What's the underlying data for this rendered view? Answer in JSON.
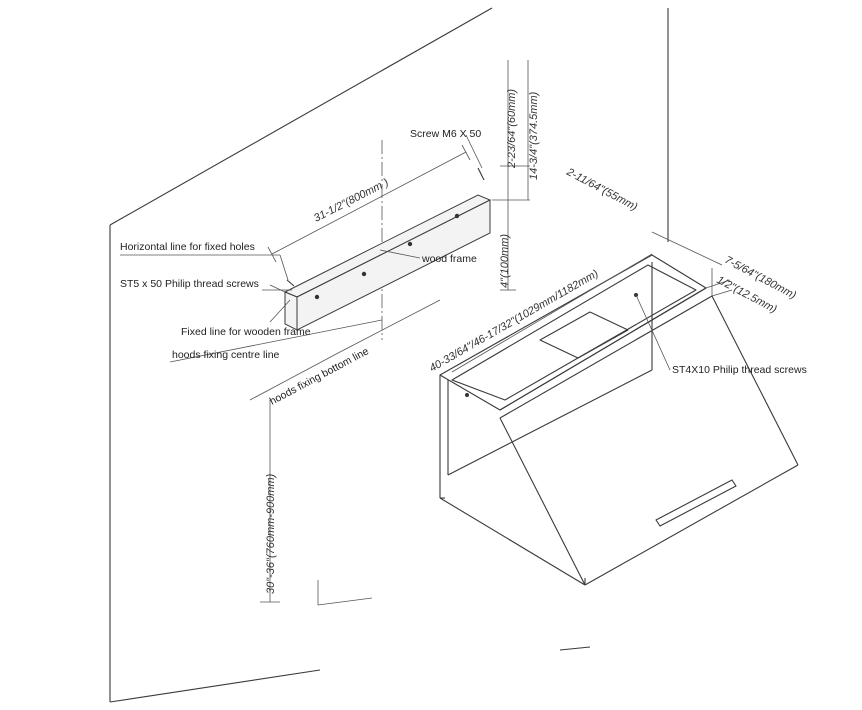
{
  "labels": {
    "screw_m6": "Screw M6 X 50",
    "horizontal_line": "Horizontal line for fixed holes",
    "st5_screws": "ST5 x 50 Philip thread screws",
    "fixed_line_wood": "Fixed line for wooden frame",
    "hoods_centre": "hoods fixing centre line",
    "hoods_bottom": "hoods fixing bottom line",
    "wood_frame": "wood frame",
    "st4_screws": "ST4X10 Philip thread screws"
  },
  "dimensions": {
    "frame_width": "31-1/2\"(800mm )",
    "screw_offset": "2-23/64\"(60mm)",
    "height_to_screw": "14-3/4\"(374.5mm)",
    "frame_height": "4\"(100mm)",
    "hood_width": "40-33/64\"/46-17/32\"(1029mm/1182mm)",
    "back_offset": "2-11/64\"(55mm)",
    "depth": "7-5/64\"(180mm)",
    "lip": "1/2\"(12.5mm)",
    "mount_height": "30\"-36\"(760mm-900mm)"
  }
}
